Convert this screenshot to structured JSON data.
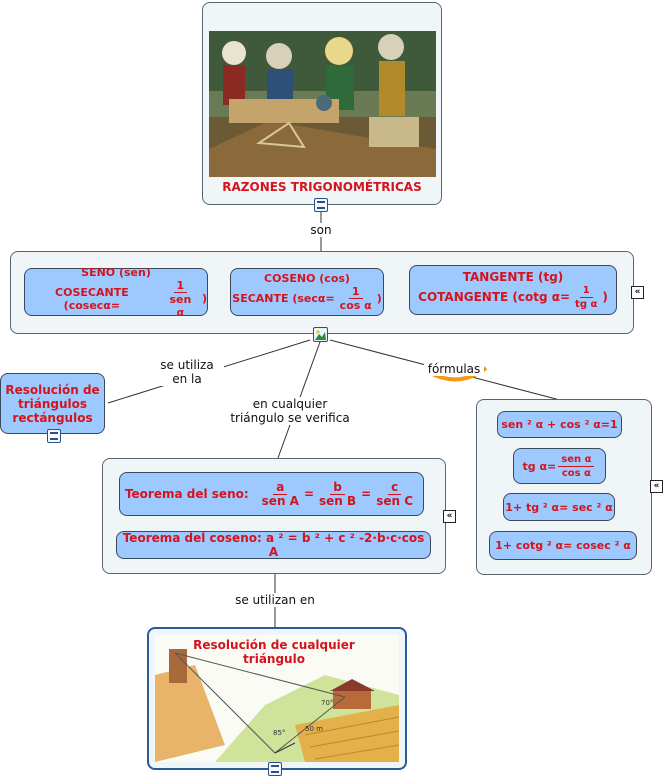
{
  "top_node": {
    "title": "RAZONES TRIGONOMÉTRICAS"
  },
  "links": {
    "son": "son",
    "se_utiliza": "se utiliza\nen la",
    "en_cualquier": "en cualquier\ntriángulo se verifica",
    "formulas": "fórmulas",
    "se_utilizan_en": "se utilizan en"
  },
  "ratios": {
    "seno_line1": "SENO (sen)",
    "seno_line2_prefix": "COSECANTE (cosecα=",
    "coseno_line1": "COSENO (cos)",
    "coseno_line2_prefix": "SECANTE (secα=",
    "tangente_line1": "TANGENTE (tg)",
    "tangente_line2_prefix": "COTANGENTE (cotg α=",
    "one": "1",
    "sen_a": "sen α",
    "cos_a": "cos α",
    "tg_a": "tg α",
    "close": ")"
  },
  "resolucion_rect": {
    "text": "Resolución de triángulos rectángulos"
  },
  "teoremas": {
    "seno_label": "Teorema del seno:",
    "a": "a",
    "senA": "sen A",
    "b": "b",
    "senB": "sen B",
    "c": "c",
    "senC": "sen C",
    "eq": "=",
    "coseno_text": "Teorema del coseno:  a ² = b ² + c ² -2·b·c·cos A"
  },
  "formulas": {
    "f1": "sen ² α + cos ² α=1",
    "f2_prefix": "tg α=",
    "f2_num": "sen α",
    "f2_den": "cos α",
    "f3": "1+ tg ² α= sec ² α",
    "f4": "1+ cotg ² α= cosec ² α"
  },
  "bottom_node": {
    "title": "Resolución de cualquier triángulo",
    "angle1": "85°",
    "angle2": "70°",
    "dist": "50 m"
  },
  "icons": [
    "document-icon",
    "image-icon",
    "collapse-icon"
  ]
}
